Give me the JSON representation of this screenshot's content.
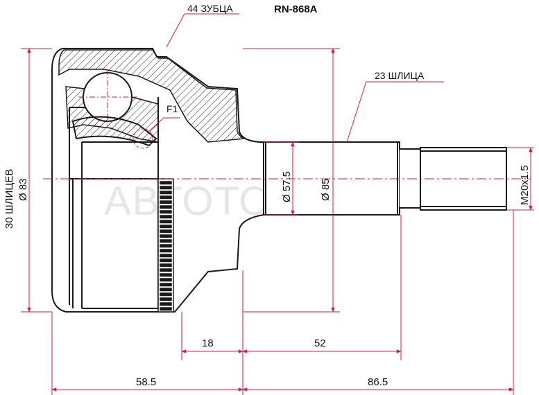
{
  "title": {
    "part_number": "RN-868A"
  },
  "watermark": "АВТОТОСТ",
  "callouts": {
    "outer_teeth": "44 ЗУБЦА",
    "shaft_splines": "23 ШЛИЦА",
    "abs_ring": "F1"
  },
  "dimensions": {
    "inner_splines": "30 ШЛИЦЕВ",
    "outer_diameter": "Ø 83",
    "shaft_diameter": "Ø 57.5",
    "flange_diameter": "Ø 85",
    "thread": "M20x1.5",
    "ring_width": "18",
    "shaft_length": "52",
    "housing_length": "58.5",
    "total_shaft_length": "86.5"
  },
  "colors": {
    "line": "#1a1a1a",
    "dimension": "#cc2244",
    "watermark": "#e6e6e6"
  }
}
